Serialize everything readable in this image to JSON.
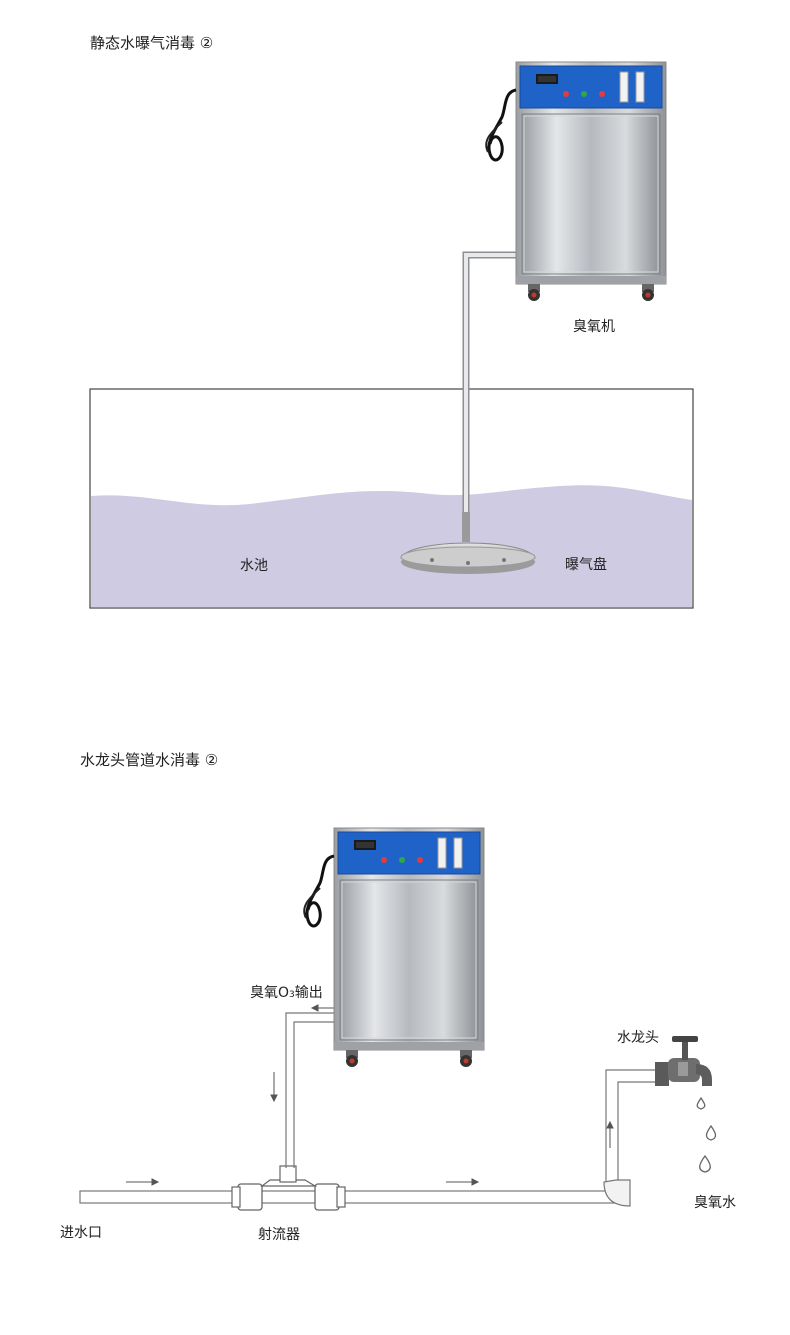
{
  "diagram1": {
    "title": "静态水曝气消毒 ②",
    "label_machine": "臭氧机",
    "label_pool": "水池",
    "label_disc": "曝气盘"
  },
  "diagram2": {
    "title": "水龙头管道水消毒 ②",
    "label_output_a": "臭氧O",
    "label_output_sub": "3",
    "label_output_b": "输出",
    "label_faucet": "水龙头",
    "label_inlet": "进水口",
    "label_ejector": "射流器",
    "label_ozone_water": "臭氧水"
  },
  "colors": {
    "water": "#cfcbe3",
    "panel": "#1f63c9",
    "steel": "#b9bcc0"
  }
}
